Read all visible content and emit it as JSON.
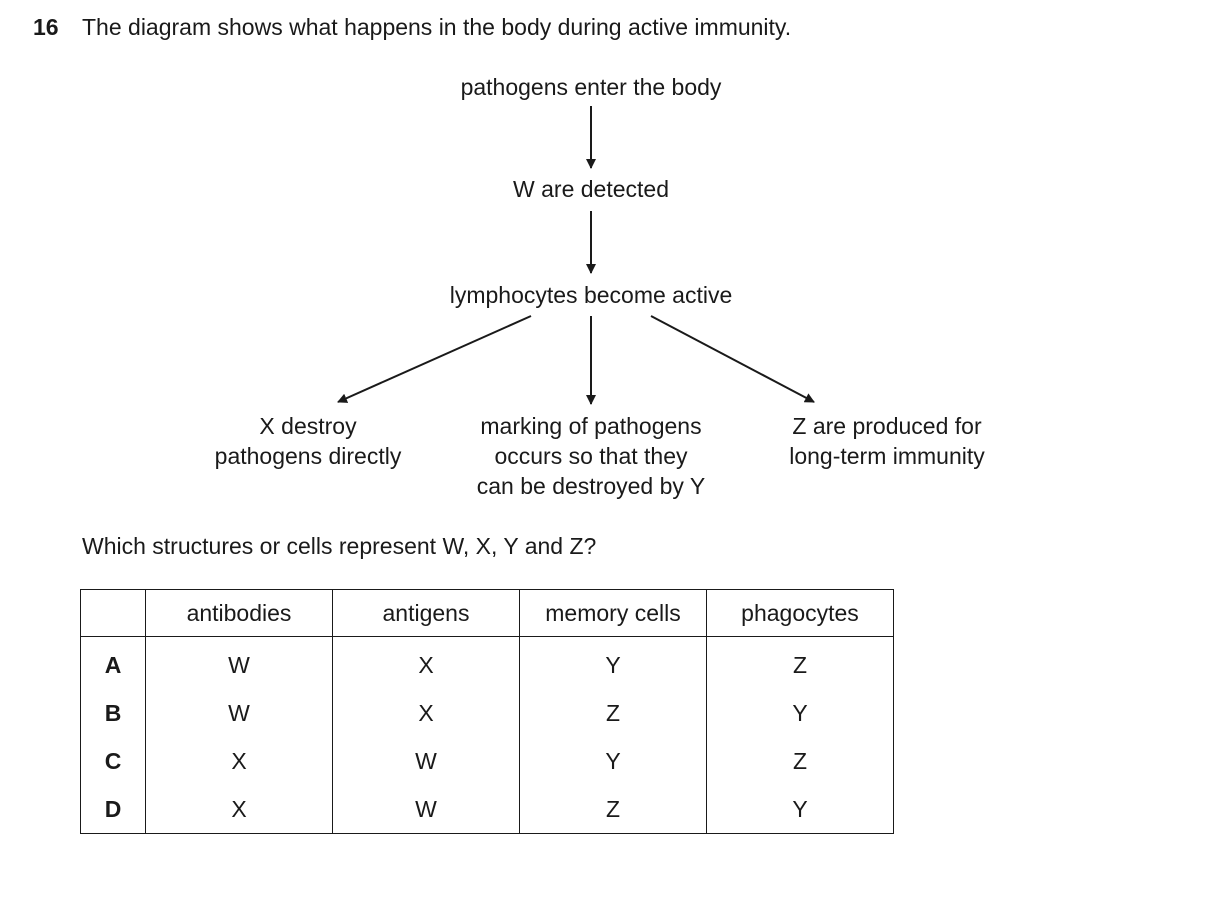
{
  "question": {
    "number": "16",
    "text": "The diagram shows what happens in the body during active immunity.",
    "prompt": "Which structures or cells represent W, X, Y and Z?"
  },
  "diagram": {
    "top": "pathogens enter the body",
    "second": "W are detected",
    "third": "lymphocytes become active",
    "left": {
      "line1": "X destroy",
      "line2": "pathogens directly"
    },
    "middle": {
      "line1": "marking of pathogens",
      "line2": "occurs so that they",
      "line3": "can be destroyed by Y"
    },
    "right": {
      "line1": "Z are produced for",
      "line2": "long-term immunity"
    }
  },
  "table": {
    "headers": [
      "",
      "antibodies",
      "antigens",
      "memory cells",
      "phagocytes"
    ],
    "rows": [
      {
        "label": "A",
        "cells": [
          "W",
          "X",
          "Y",
          "Z"
        ]
      },
      {
        "label": "B",
        "cells": [
          "W",
          "X",
          "Z",
          "Y"
        ]
      },
      {
        "label": "C",
        "cells": [
          "X",
          "W",
          "Y",
          "Z"
        ]
      },
      {
        "label": "D",
        "cells": [
          "X",
          "W",
          "Z",
          "Y"
        ]
      }
    ]
  }
}
